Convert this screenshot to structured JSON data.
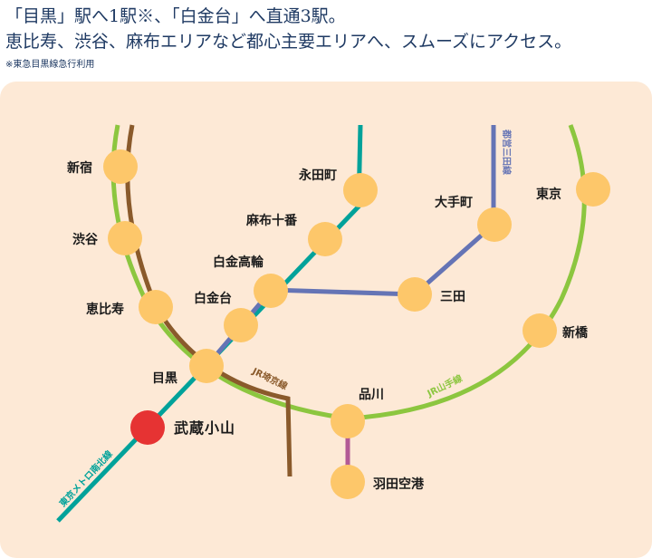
{
  "header": {
    "line1": "「目黒」駅へ1駅※、「白金台」へ直通3駅。",
    "line2": "恵比寿、渋谷、麻布エリアなど都心主要エリアへ、スムーズにアクセス。",
    "note": "※東急目黒線急行利用"
  },
  "colors": {
    "panel_bg": "#fde9d6",
    "station_fill": "#fdc76a",
    "home_station_fill": "#e63333",
    "yamanote": "#8cc63f",
    "saikyo": "#8a5a2b",
    "namboku": "#00a29a",
    "mita": "#6574b5",
    "keikyu": "#b35a96",
    "headline_text": "#1f3a63"
  },
  "lines": {
    "namboku": "東京メトロ南北線",
    "mita": "都営三田線",
    "yamanote": "JR山手線",
    "saikyo": "JR埼京線"
  },
  "stations": {
    "shinjuku": "新宿",
    "shibuya": "渋谷",
    "ebisu": "恵比寿",
    "meguro": "目黒",
    "musashikoyama": "武蔵小山",
    "shirokanedai": "白金台",
    "shirokanetakanawa": "白金高輪",
    "azabujuban": "麻布十番",
    "nagatacho": "永田町",
    "otemachi": "大手町",
    "mita": "三田",
    "tokyo": "東京",
    "shimbashi": "新橋",
    "shinagawa": "品川",
    "haneda": "羽田空港"
  }
}
